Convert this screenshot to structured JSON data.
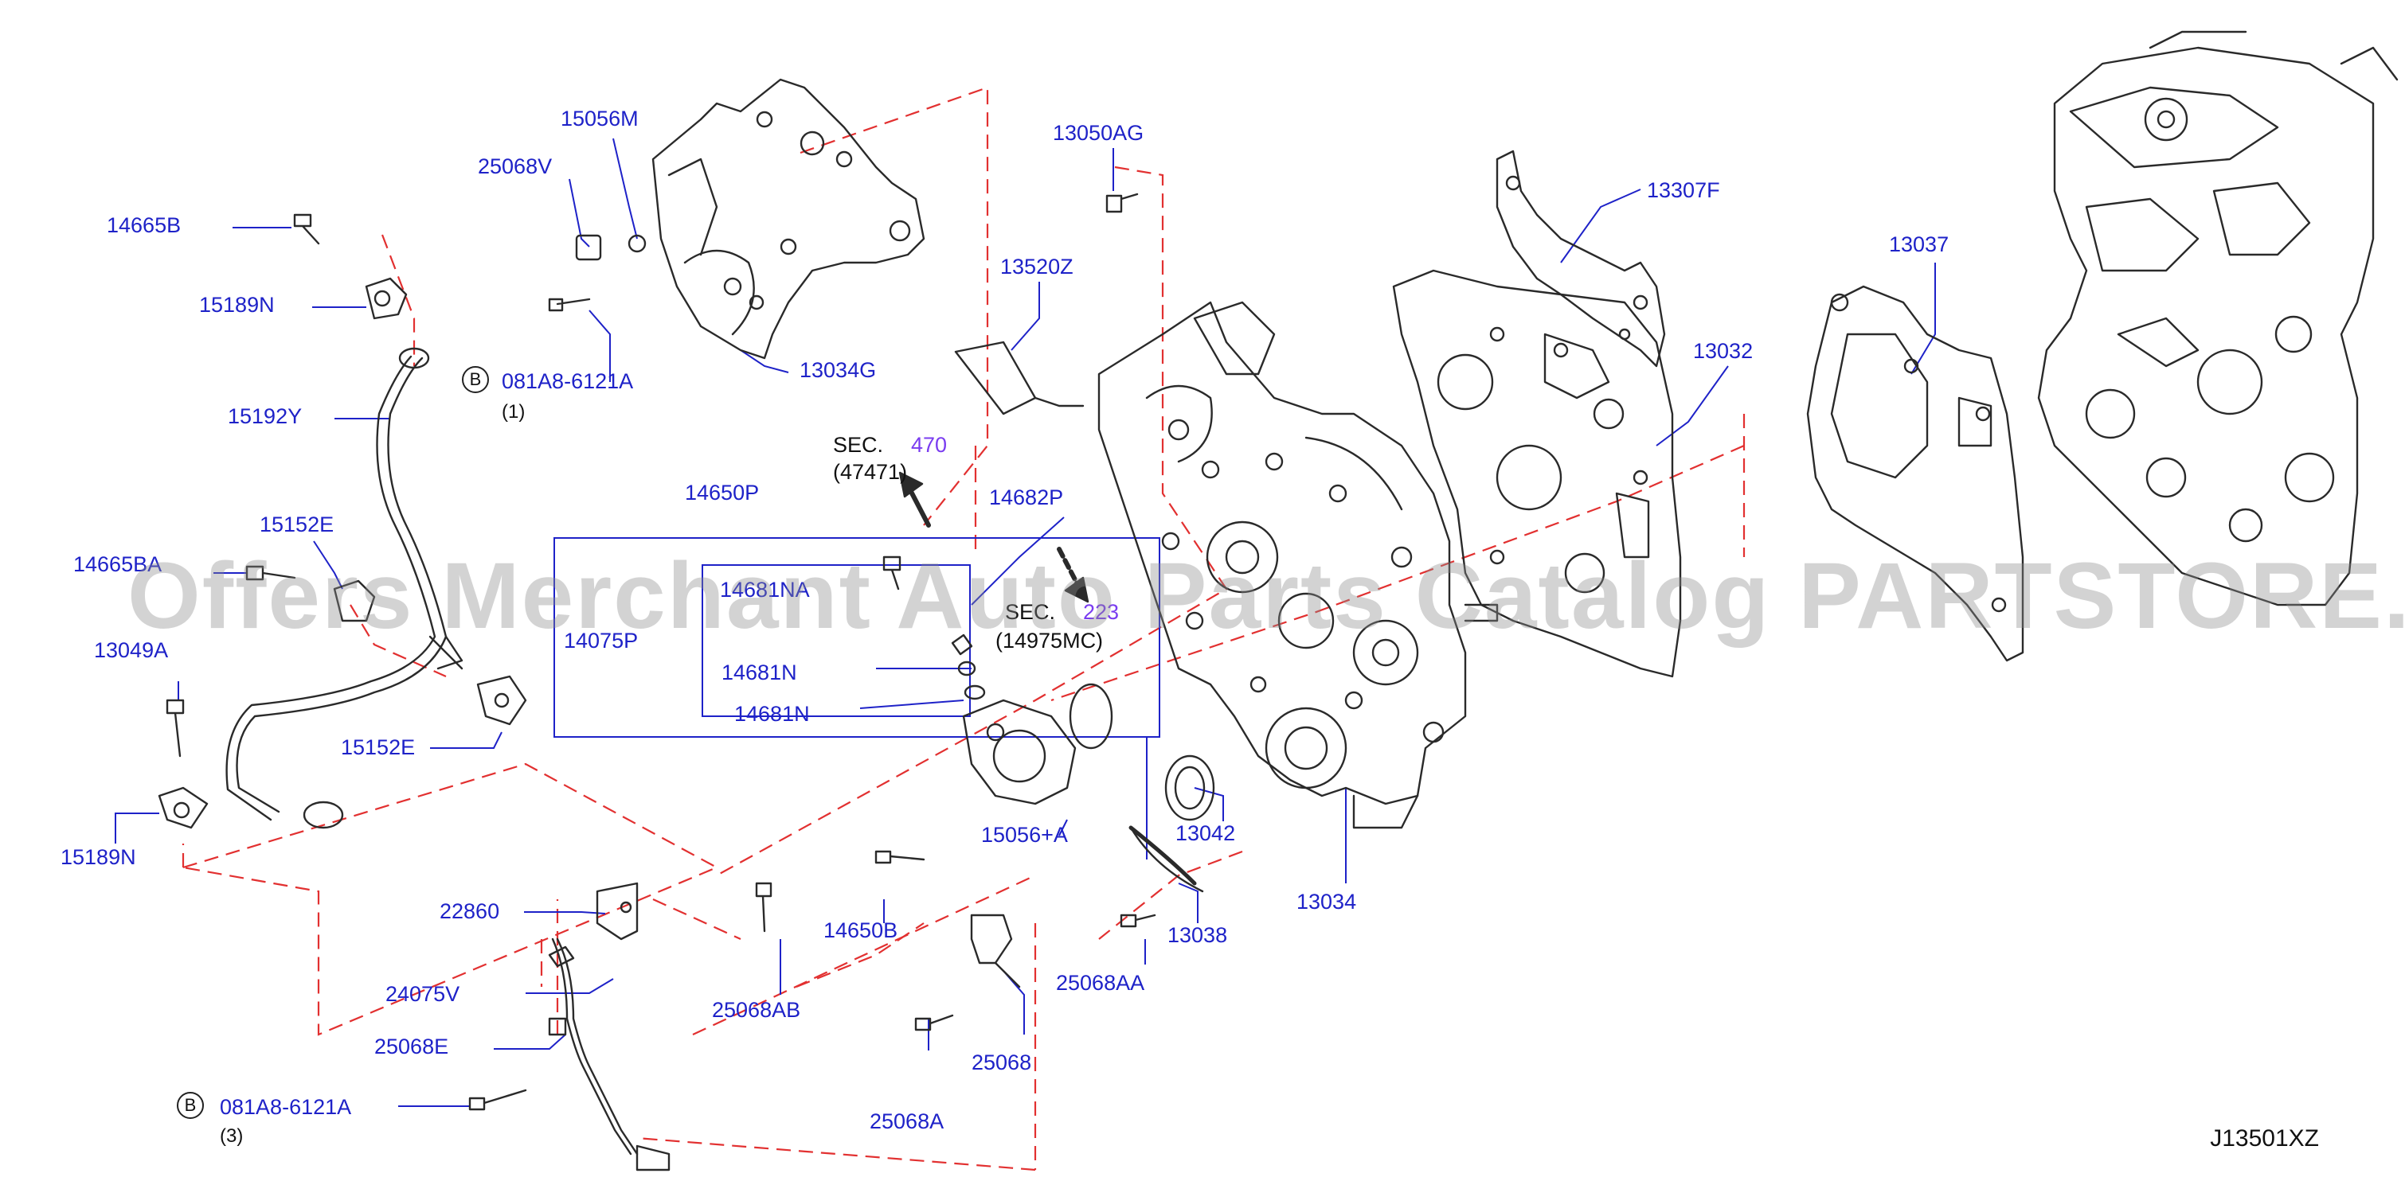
{
  "diagram_code": "J13501XZ",
  "watermark": "Offers Merchant Auto Parts Catalog PARTSTORE.SA",
  "labels": {
    "p15056M": "15056M",
    "p25068V": "25068V",
    "p14665B": "14665B",
    "p15189N_top": "15189N",
    "p081A8_top": "081A8-6121A",
    "p081A8_top_qty": "(1)",
    "p15192Y": "15192Y",
    "p13034G": "13034G",
    "p13050AG": "13050AG",
    "p13520Z": "13520Z",
    "p13307F": "13307F",
    "p13037": "13037",
    "p13032": "13032",
    "sec470_label": "SEC.",
    "sec470_num": "470",
    "sec470_ref": "(47471)",
    "p14650P": "14650P",
    "p14682P": "14682P",
    "p15152E_top": "15152E",
    "p14665BA": "14665BA",
    "p14681NA": "14681NA",
    "p14075P": "14075P",
    "sec223_label": "SEC.",
    "sec223_num": "223",
    "sec223_ref": "(14975MC)",
    "p14681N_a": "14681N",
    "p14681N_b": "14681N",
    "p13049A": "13049A",
    "p15152E_bot": "15152E",
    "p15189N_bot": "15189N",
    "p15056A": "15056+A",
    "p13042": "13042",
    "p14650B": "14650B",
    "p13034": "13034",
    "p22860": "22860",
    "p13038": "13038",
    "p25068AB": "25068AB",
    "p25068AA": "25068AA",
    "p24075V": "24075V",
    "p25068E": "25068E",
    "p25068": "25068",
    "p081A8_bot": "081A8-6121A",
    "p081A8_bot_qty": "(3)",
    "p25068A": "25068A",
    "badge_top": "B",
    "badge_bot": "B"
  },
  "colors": {
    "label": "#1e22c8",
    "line": "#2a2a2a",
    "leader": "#1e22c8",
    "dash": "#e23030",
    "accent": "#7a3cf0"
  }
}
